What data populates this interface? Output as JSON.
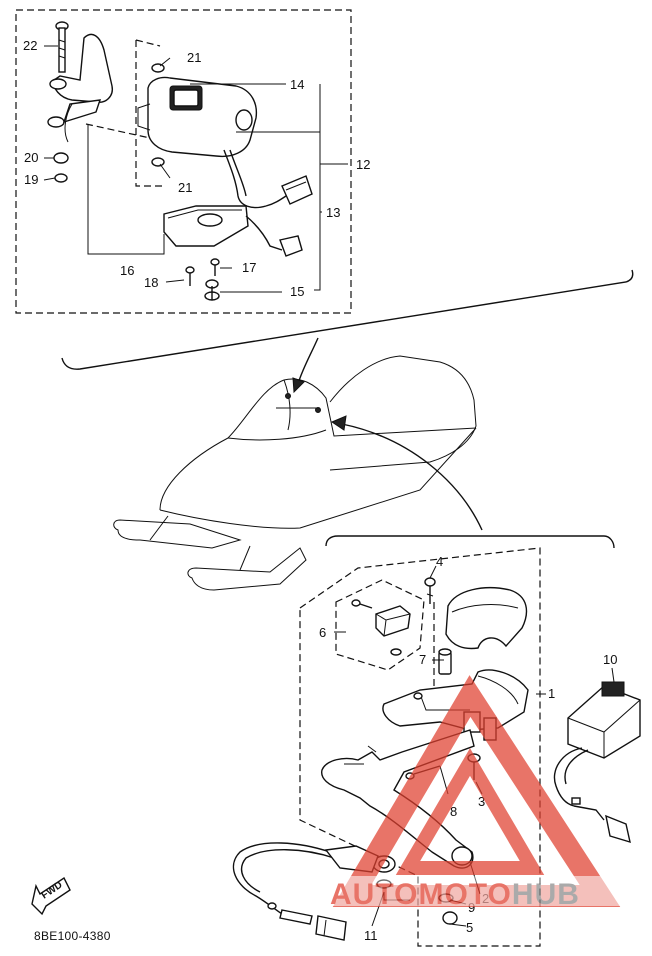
{
  "diagram": {
    "drawing_code": "8BE100-4380",
    "fwd_label": "FWD",
    "watermark": {
      "part1": "AUTO",
      "part2": "MOTO",
      "part3": "HUB",
      "color_red": "#e0402f",
      "color_gray": "#8a8a8a"
    },
    "callouts": {
      "c1": "1",
      "c2": "2",
      "c3": "3",
      "c4": "4",
      "c5": "5",
      "c6": "6",
      "c7": "7",
      "c8": "8",
      "c9": "9",
      "c10": "10",
      "c11": "11",
      "c12": "12",
      "c13": "13",
      "c14": "14",
      "c15": "15",
      "c16": "16",
      "c17": "17",
      "c18": "18",
      "c19": "19",
      "c20": "20",
      "c21a": "21",
      "c21b": "21",
      "c22": "22"
    }
  }
}
